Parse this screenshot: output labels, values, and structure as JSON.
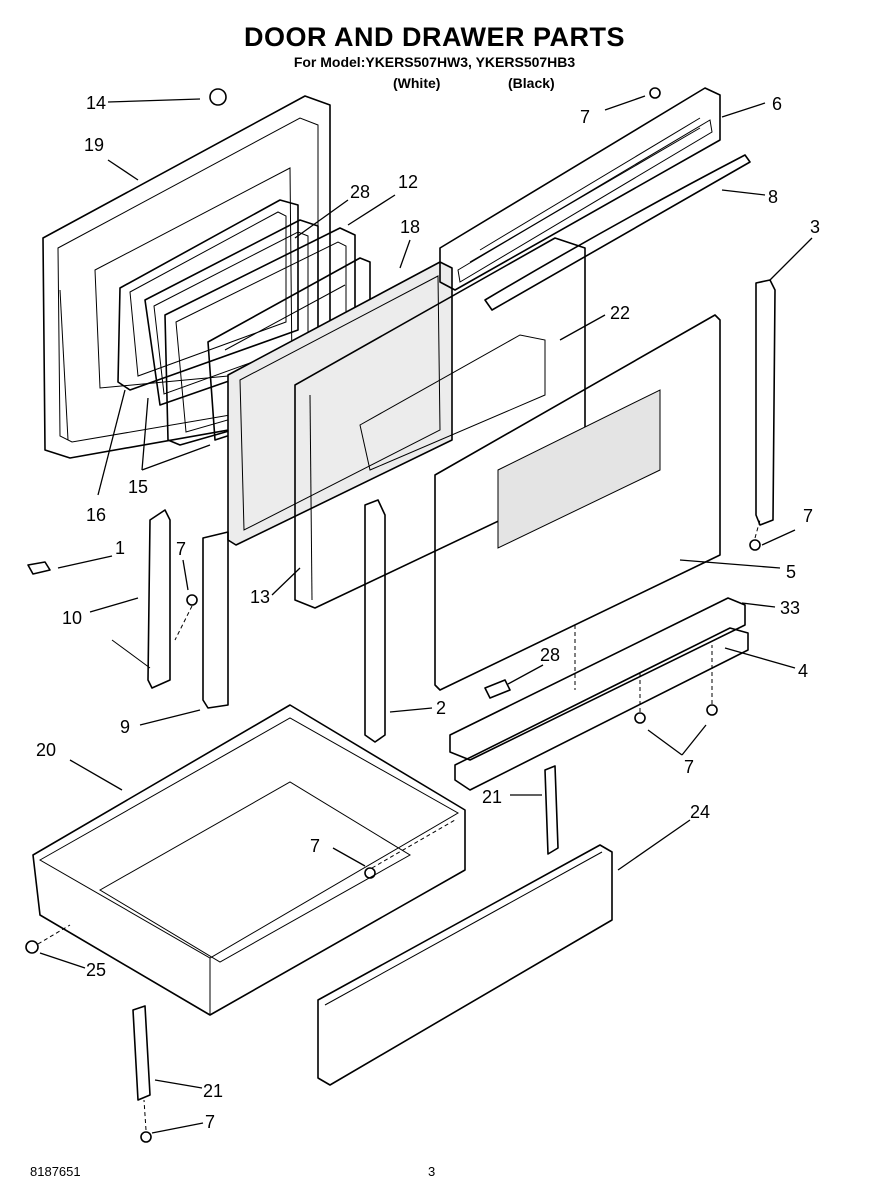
{
  "header": {
    "title": "DOOR AND DRAWER PARTS",
    "subtitle": "For Model:YKERS507HW3, YKERS507HB3",
    "variant_white": "(White)",
    "variant_black": "(Black)"
  },
  "footer": {
    "doc_number": "8187651",
    "page_number": "3"
  },
  "callouts": [
    {
      "id": "c14a",
      "label": "14"
    },
    {
      "id": "c19",
      "label": "19"
    },
    {
      "id": "c28a",
      "label": "28"
    },
    {
      "id": "c12",
      "label": "12"
    },
    {
      "id": "c18",
      "label": "18"
    },
    {
      "id": "c7a",
      "label": "7"
    },
    {
      "id": "c6",
      "label": "6"
    },
    {
      "id": "c8",
      "label": "8"
    },
    {
      "id": "c3",
      "label": "3"
    },
    {
      "id": "c22",
      "label": "22"
    },
    {
      "id": "c16",
      "label": "16"
    },
    {
      "id": "c15",
      "label": "15"
    },
    {
      "id": "c1",
      "label": "1"
    },
    {
      "id": "c7b",
      "label": "7"
    },
    {
      "id": "c10",
      "label": "10"
    },
    {
      "id": "c13",
      "label": "13"
    },
    {
      "id": "c9",
      "label": "9"
    },
    {
      "id": "c7c",
      "label": "7"
    },
    {
      "id": "c5",
      "label": "5"
    },
    {
      "id": "c33",
      "label": "33"
    },
    {
      "id": "c28b",
      "label": "28"
    },
    {
      "id": "c4",
      "label": "4"
    },
    {
      "id": "c2",
      "label": "2"
    },
    {
      "id": "c7d",
      "label": "7"
    },
    {
      "id": "c20",
      "label": "20"
    },
    {
      "id": "c21a",
      "label": "21"
    },
    {
      "id": "c24",
      "label": "24"
    },
    {
      "id": "c7e",
      "label": "7"
    },
    {
      "id": "c25",
      "label": "25"
    },
    {
      "id": "c21b",
      "label": "21"
    },
    {
      "id": "c7f",
      "label": "7"
    }
  ]
}
